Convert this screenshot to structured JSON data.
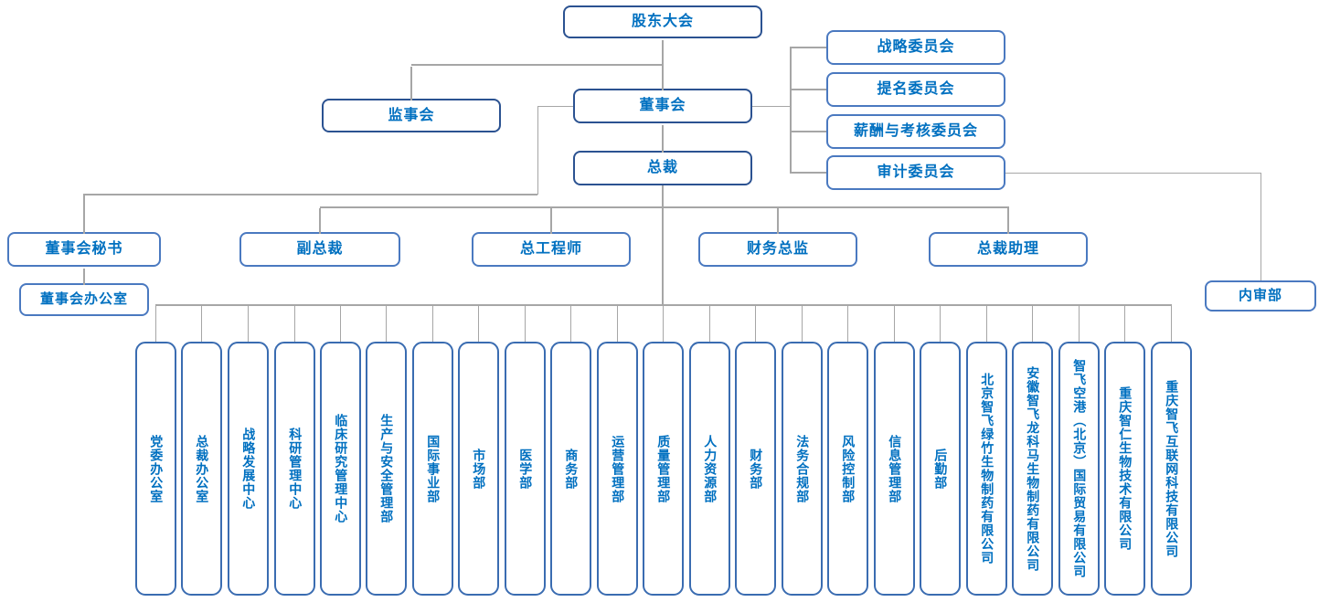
{
  "org_chart": {
    "nodes": {
      "shareholders": "股东大会",
      "supervisory_board": "监事会",
      "board_of_directors": "董事会",
      "president": "总裁",
      "board_secretary": "董事会秘书",
      "vice_president": "副总裁",
      "chief_engineer": "总工程师",
      "cfo": "财务总监",
      "president_assistant": "总裁助理",
      "board_office": "董事会办公室",
      "internal_audit": "内审部"
    },
    "committees": [
      "战略委员会",
      "提名委员会",
      "薪酬与考核委员会",
      "审计委员会"
    ],
    "departments": [
      "党委办公室",
      "总裁办公室",
      "战略发展中心",
      "科研管理中心",
      "临床研究管理中心",
      "生产与安全管理部",
      "国际事业部",
      "市场部",
      "医学部",
      "商务部",
      "运营管理部",
      "质量管理部",
      "人力资源部",
      "财务部",
      "法务合规部",
      "风险控制部",
      "信息管理部",
      "后勤部",
      "北京智飞绿竹生物制药有限公司",
      "安徽智飞龙科马生物制药有限公司",
      "智飞空港（北京）国际贸易有限公司",
      "重庆智仁生物技术有限公司",
      "重庆智飞互联网科技有限公司"
    ],
    "colors": {
      "box_text": "#0070c0",
      "border_dark": "#2b5291",
      "border_mid": "#4a79c0",
      "border_dept": "#3a6cb1",
      "connector": "#a6a6a6",
      "background": "#ffffff"
    }
  }
}
